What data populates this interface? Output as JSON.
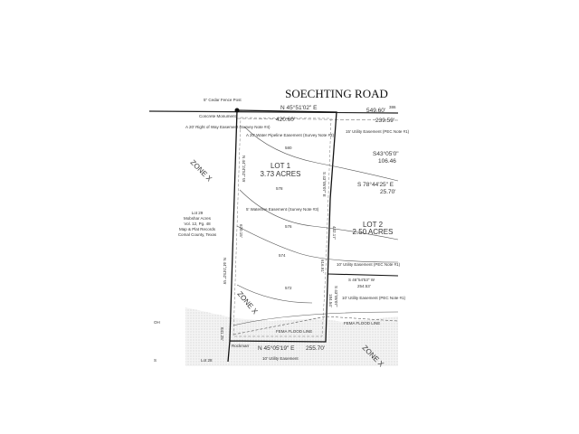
{
  "road": "SOECHTING ROAD",
  "lot1": {
    "name": "LOT 1",
    "acres": "3.73 ACRES"
  },
  "lot2": {
    "name": "LOT 2",
    "acres": "2.50 ACRES"
  },
  "zones": [
    "ZONE X",
    "ZONE X",
    "ZONE X"
  ],
  "bearings": {
    "top": "N 45°51'02\" E",
    "top_dist": "549.60'",
    "top_lot": "420.60'",
    "top_right": "239.59'",
    "right_upper": "S43°05'0\"",
    "right_upper_dist": "106.46",
    "right_mid": "S 78°44'25\" E",
    "right_mid_dist": "25.70'",
    "lot_right": "S 43°05'07\" E",
    "lot_right_dist": "616.91'",
    "lot_right2": "432.17'",
    "lot2_bottom": "S 46°54'53\" W",
    "lot2_bottom_dist": "254.53'",
    "lower_right": "S 43°05'07\"",
    "lower_right_dist": "184.54'",
    "left": "N 44°24'52\" W",
    "left_upper": "N 44°24'52\" W",
    "left_dist": "841.25'",
    "left_dist2": "620.15'",
    "bottom": "N 45°05'19\" E",
    "bottom_dist": "255.70'",
    "road_arrow": "386"
  },
  "notes": {
    "fence_post": "5\" Cedar Fence Post",
    "concrete_monument": "Concrete Monument",
    "row_easement": "A 20' Right of Way Easement (Survey Note #4)",
    "waterline": "A 20' Water Pipeline Easement (Survey Note #3)",
    "utility15": "15' Utility Easement (PEC Note #1)",
    "waterline5": "5' Waterline Easement (Survey Note #3)",
    "utility10a": "10' Utility Easement (PEC Note #1)",
    "utility10b": "10' Utility Easement (PEC Note #1)",
    "utility10c": "10' Utility Easement",
    "flood1": "FEMA FLOOD LINE",
    "flood2": "FEMA FLOOD LINE",
    "rockmarr": "Rockmarr",
    "lot29": "Lot 29",
    "lot29_desc": [
      "Mobshar Acres",
      "Vol. 12, Pg. 48",
      "Map & Plat Records",
      "Comal County, Texas"
    ],
    "lot28": "Lot 28",
    "contours": [
      "580",
      "578",
      "576",
      "574",
      "572"
    ],
    "edge_a": "OH",
    "edge_b": "S"
  }
}
